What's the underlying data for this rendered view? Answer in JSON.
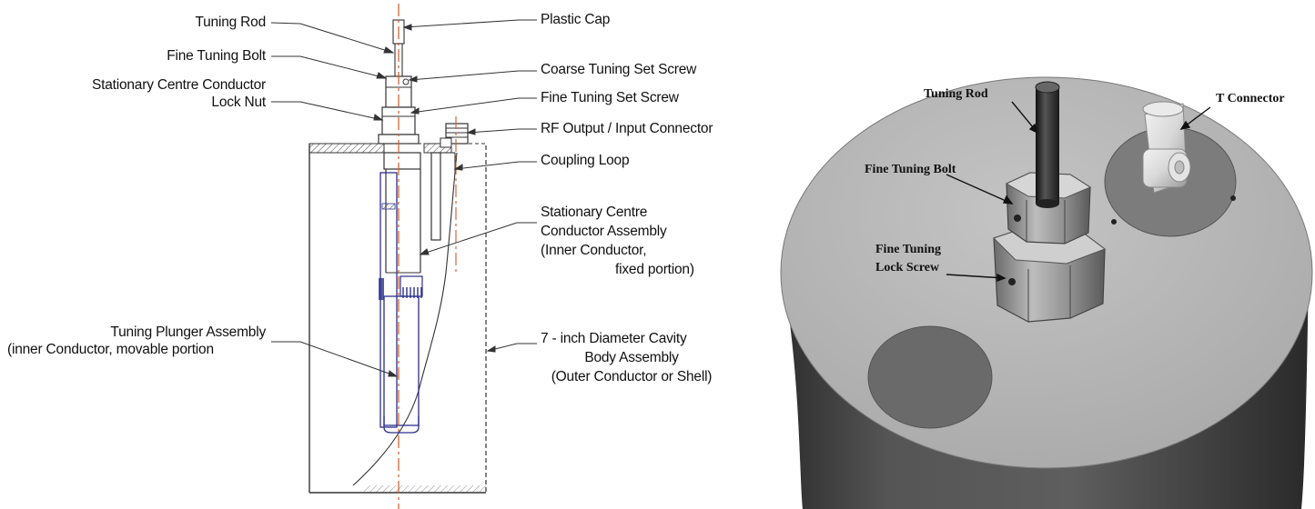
{
  "left_diagram": {
    "labels": {
      "tuning_rod": "Tuning Rod",
      "fine_tuning_bolt": "Fine Tuning Bolt",
      "lock_nut_line1": "Stationary Centre Conductor",
      "lock_nut_line2": "Lock Nut",
      "tuning_plunger_line1": "Tuning Plunger Assembly",
      "tuning_plunger_line2": "(inner Conductor, movable portion",
      "plastic_cap": "Plastic Cap",
      "coarse_set_screw": "Coarse Tuning Set Screw",
      "fine_set_screw": "Fine Tuning Set Screw",
      "rf_connector": "RF Output / Input Connector",
      "coupling_loop": "Coupling Loop",
      "centre_line1": "Stationary Centre",
      "centre_line2": "Conductor Assembly",
      "centre_line3": "(Inner Conductor,",
      "centre_line4": "fixed portion)",
      "cavity_line1": "7 - inch Diameter Cavity",
      "cavity_line2": "Body Assembly",
      "cavity_line3": "(Outer Conductor or Shell)"
    }
  },
  "right_render": {
    "labels": {
      "tuning_rod": "Tuning Rod",
      "t_connector": "T Connector",
      "fine_tuning_bolt": "Fine Tuning Bolt",
      "lock_screw_line1": "Fine Tuning",
      "lock_screw_line2": "Lock Screw"
    }
  },
  "colors": {
    "drawing": "#333333",
    "centerline": "#d05a2a",
    "blue_part": "#2b2f8a",
    "cylinder_top": "#b4b4b4",
    "cylinder_side": "#4a4a4a"
  }
}
